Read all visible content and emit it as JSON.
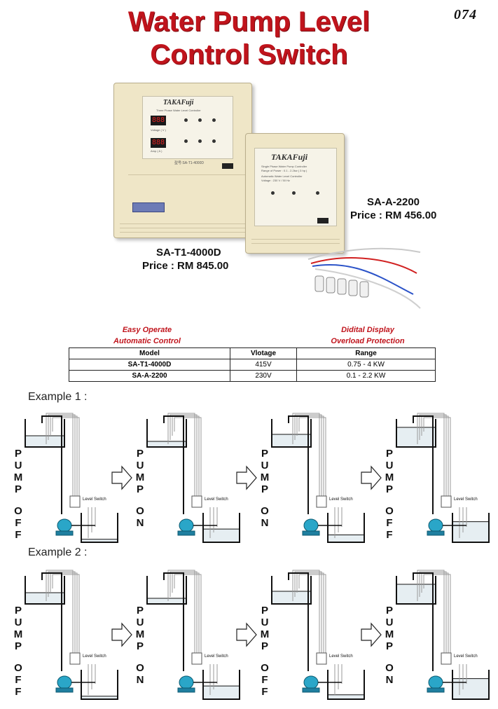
{
  "page_number": "074",
  "title": {
    "line1": "Water Pump Level",
    "line2": "Control Switch"
  },
  "products": [
    {
      "model": "SA-T1-4000D",
      "price": "Price : RM 845.00",
      "brand": "TAKAFuji",
      "subtitle": "Three Phase Water Level Controller",
      "display_top_label": "Voltage ( V )",
      "display_bottom_label": "Amp ( A )",
      "model_tag": "型号:SA-T1-4000D"
    },
    {
      "model": "SA-A-2200",
      "price": "Price : RM 456.00",
      "brand": "TAKAFuji",
      "subtitle": "Single Phase Water Pump Controller",
      "subtitle2": "Range of Power : 0.1 - 2.2kw ( 3 hp )",
      "subtitle3": "Automatic Water Level Controller",
      "subtitle4": "Voltage : 230 V / 50 Hz"
    }
  ],
  "features_left": [
    "Easy Operate",
    "Automatic Control"
  ],
  "features_right": [
    "Didital Display",
    "Overload Protection"
  ],
  "table": {
    "headers": [
      "Model",
      "Vlotage",
      "Range"
    ],
    "rows": [
      [
        "SA-T1-4000D",
        "415V",
        "0.75 - 4 KW"
      ],
      [
        "SA-A-2200",
        "230V",
        "0.1 - 2.2 KW"
      ]
    ]
  },
  "examples": [
    {
      "title": "Example 1 :",
      "steps": [
        {
          "word": "PUMP",
          "state": "OFF",
          "upper": 0.4,
          "lower": 0.1
        },
        {
          "word": "PUMP",
          "state": "ON",
          "upper": 0.2,
          "lower": 0.45
        },
        {
          "word": "PUMP",
          "state": "ON",
          "upper": 0.45,
          "lower": 0.25
        },
        {
          "word": "PUMP",
          "state": "OFF",
          "upper": 0.7,
          "lower": 0.7
        }
      ]
    },
    {
      "title": "Example 2 :",
      "steps": [
        {
          "word": "PUMP",
          "state": "OFF",
          "upper": 0.4,
          "lower": 0.1
        },
        {
          "word": "PUMP",
          "state": "ON",
          "upper": 0.2,
          "lower": 0.45
        },
        {
          "word": "PUMP",
          "state": "OFF",
          "upper": 0.45,
          "lower": 0.15
        },
        {
          "word": "PUMP",
          "state": "ON",
          "upper": 0.7,
          "lower": 0.7
        }
      ]
    }
  ],
  "level_switch_label": "Level Switch",
  "colors": {
    "title_red": "#c0141c",
    "pump_blue": "#2aa6c8"
  }
}
